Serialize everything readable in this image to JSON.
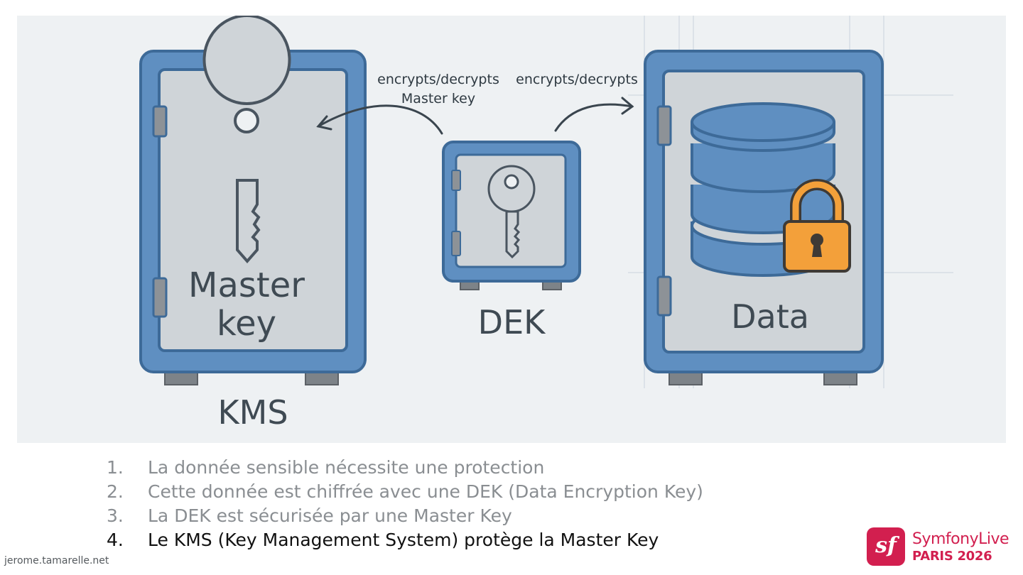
{
  "diagram": {
    "left_vault": {
      "title": "KMS",
      "inner_label_line1": "Master",
      "inner_label_line2": "key"
    },
    "middle_vault": {
      "title": "DEK"
    },
    "right_vault": {
      "inner_label": "Data"
    },
    "arrow_left_label_line1": "encrypts/decrypts",
    "arrow_left_label_line2": "Master key",
    "arrow_right_label": "encrypts/decrypts",
    "colors": {
      "vault_blue": "#5f8fc1",
      "vault_outline": "#3d6a98",
      "vault_inner": "#cfd4d8",
      "lock_orange": "#f3a03a",
      "background": "#eef1f3"
    }
  },
  "steps": [
    {
      "num": "1.",
      "text": "La donnée sensible nécessite une protection",
      "active": false
    },
    {
      "num": "2.",
      "text": "Cette donnée est chiffrée avec une DEK (Data Encryption Key)",
      "active": false
    },
    {
      "num": "3.",
      "text": "La DEK est sécurisée par une Master Key",
      "active": false
    },
    {
      "num": "4.",
      "text": "Le KMS (Key Management System) protège la Master Key",
      "active": true
    }
  ],
  "footer": {
    "url": "jerome.tamarelle.net"
  },
  "brand": {
    "logo_glyph": "sf",
    "name": "SymfonyLive",
    "event": "PARIS 2026",
    "color": "#d21f4f"
  }
}
